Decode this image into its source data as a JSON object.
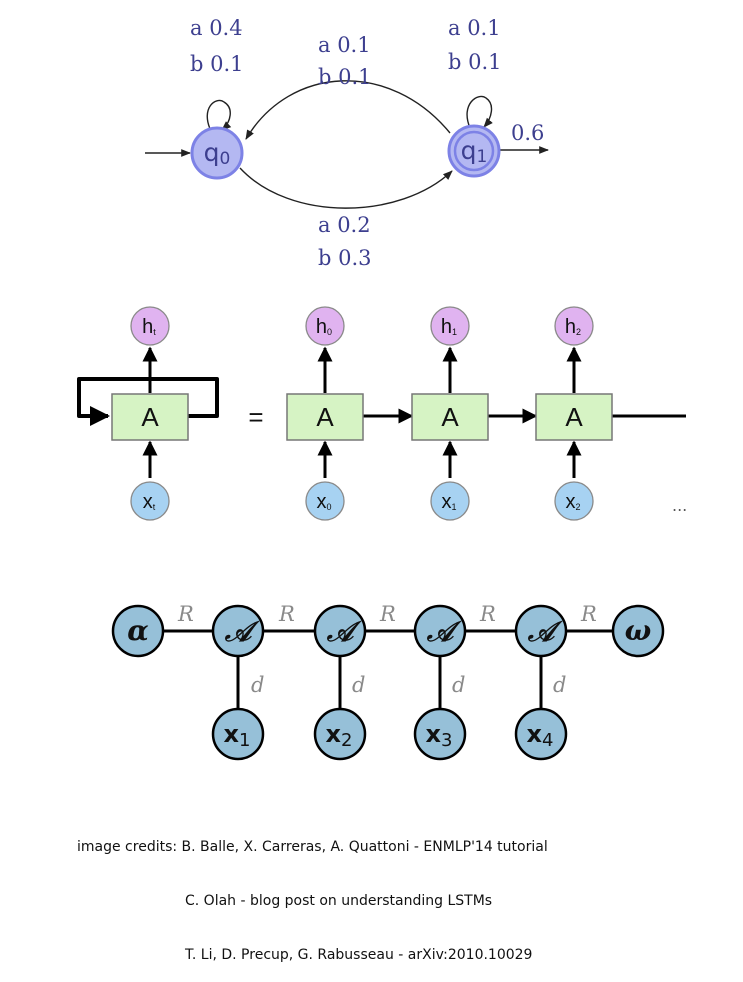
{
  "wfa": {
    "loop_q0": [
      "a 0.4",
      "b 0.1"
    ],
    "q1_to_q0": [
      "a 0.1",
      "b 0.1"
    ],
    "loop_q1": [
      "a 0.1",
      "b 0.1"
    ],
    "q0_to_q1": [
      "a 0.2",
      "b 0.3"
    ],
    "q0_base": "q",
    "q0_sub": "0",
    "q1_base": "q",
    "q1_sub": "1",
    "final_weight": "0.6"
  },
  "rnn": {
    "box_label": "A",
    "equals": "=",
    "ellipsis": "...",
    "folded_out_base": "h",
    "folded_out_sub": "t",
    "folded_in_base": "x",
    "folded_in_sub": "t",
    "unrolled": [
      {
        "out_base": "h",
        "out_sub": "0",
        "in_base": "x",
        "in_sub": "0"
      },
      {
        "out_base": "h",
        "out_sub": "1",
        "in_base": "x",
        "in_sub": "1"
      },
      {
        "out_base": "h",
        "out_sub": "2",
        "in_base": "x",
        "in_sub": "2"
      }
    ]
  },
  "tn": {
    "alpha": "α",
    "omega": "ω",
    "core": "𝒜",
    "edge_r": "R",
    "edge_d": "d",
    "inputs": [
      {
        "base": "x",
        "sub": "1"
      },
      {
        "base": "x",
        "sub": "2"
      },
      {
        "base": "x",
        "sub": "3"
      },
      {
        "base": "x",
        "sub": "4"
      }
    ]
  },
  "credits": [
    "image credits: B. Balle, X. Carreras, A. Quattoni - ENMLP'14 tutorial",
    "C. Olah - blog post on understanding LSTMs",
    "T. Li, D. Precup, G. Rabusseau - arXiv:2010.10029"
  ],
  "colors": {
    "wfa_state_fill": "#b4b8f2",
    "wfa_state_stroke": "#7d82e6",
    "wfa_text": "#3d3f8f",
    "rnn_box_fill": "#d6f3c4",
    "rnn_box_stroke": "#777777",
    "rnn_h_fill": "#e0b3f0",
    "rnn_x_fill": "#a7d2f2",
    "tn_node_fill": "#96c0d8"
  }
}
